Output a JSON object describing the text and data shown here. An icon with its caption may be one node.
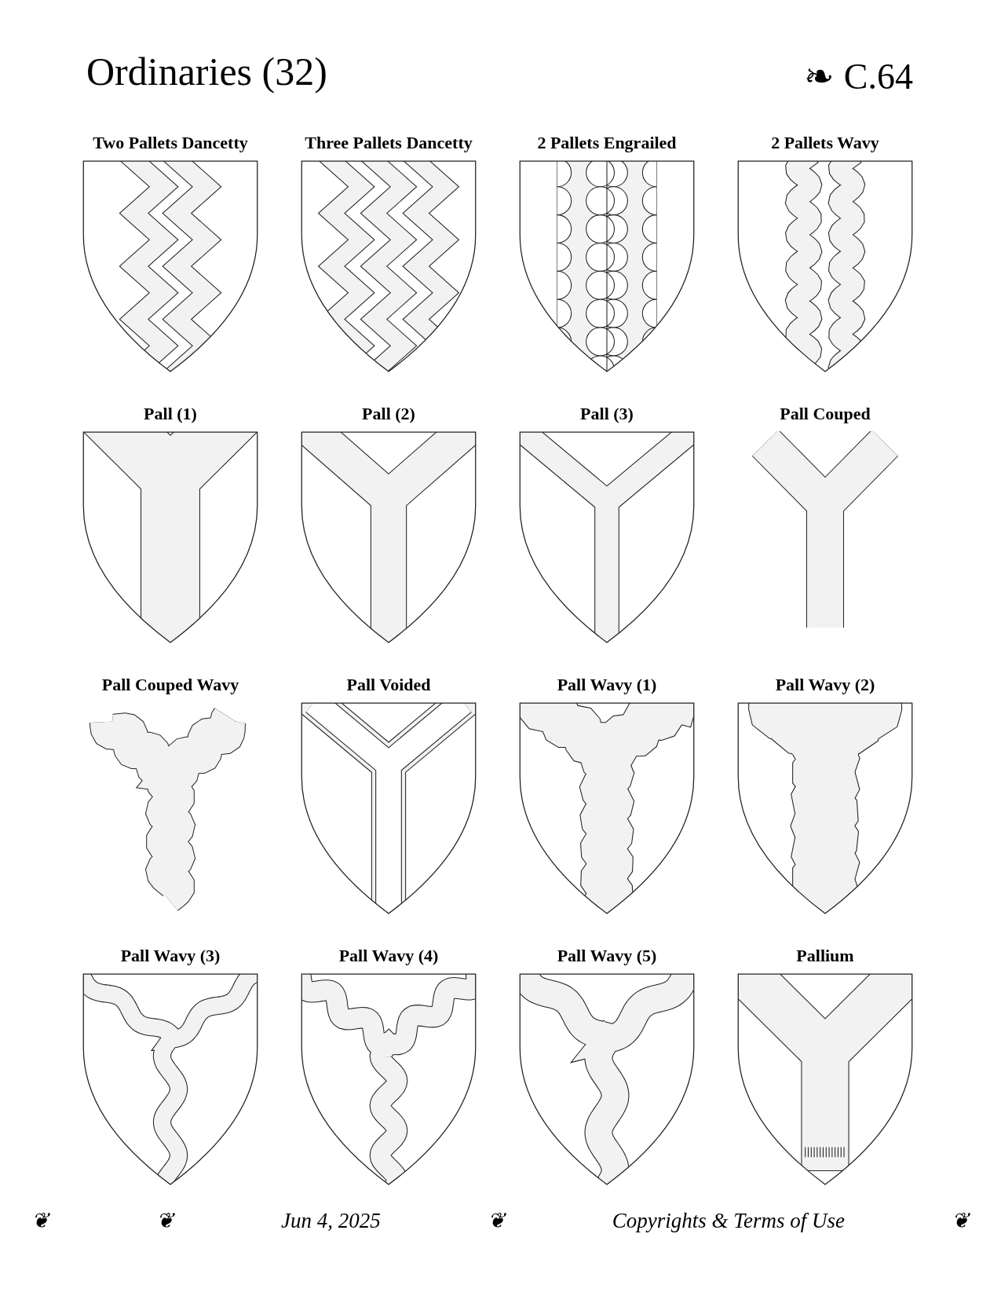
{
  "diagram": {
    "title": "Ordinaries (32)",
    "nodes": [
      {
        "text": [
          "Two Pallets Dancetty"
        ]
      },
      {
        "text": [
          "Three Pallets Dancetty"
        ]
      },
      {
        "text": [
          "2 Pallets Engrailed"
        ]
      },
      {
        "text": [
          "2 Pallets Wavy"
        ]
      },
      {
        "text": [
          "Pall (1)"
        ]
      },
      {
        "text": [
          "Pall (2)"
        ]
      },
      {
        "text": [
          "Pall (3)"
        ]
      },
      {
        "text": [
          "Pall Couped"
        ]
      },
      {
        "text": [
          "Pall Couped Wavy"
        ]
      },
      {
        "text": [
          "Pall Voided"
        ]
      },
      {
        "text": [
          "Pall Wavy (1)"
        ]
      },
      {
        "text": [
          "Pall Wavy (2)"
        ]
      },
      {
        "text": [
          "Pall Wavy (3)"
        ]
      },
      {
        "text": [
          "Pall Wavy (4)"
        ]
      },
      {
        "text": [
          "Pall Wavy (5)"
        ]
      },
      {
        "text": [
          "Pallium"
        ]
      }
    ],
    "labels": [
      "❧ C.64",
      "❦",
      "❦",
      "Jun 4, 2025",
      "❦",
      "Copyrights & Terms of Use",
      "❦"
    ]
  }
}
